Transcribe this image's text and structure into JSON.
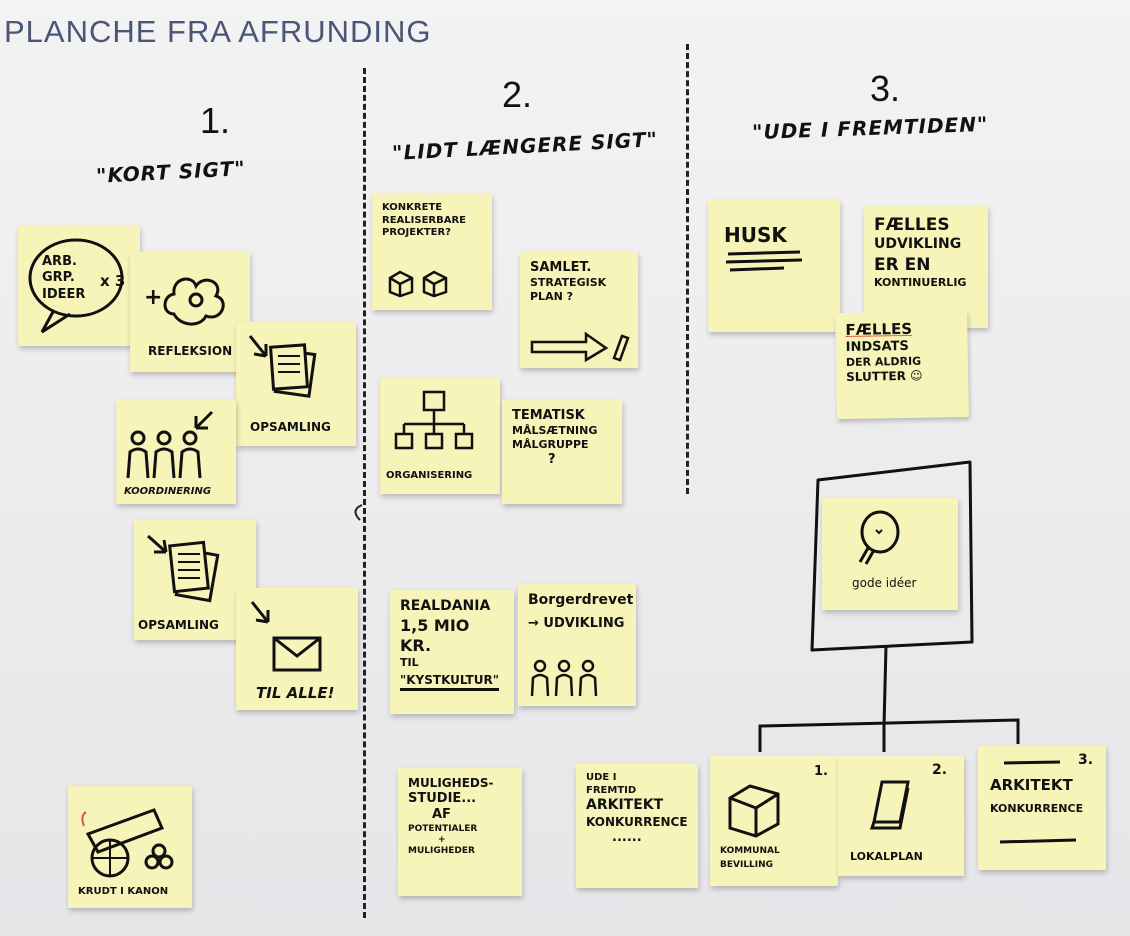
{
  "title": "PLANCHE FRA AFRUNDING",
  "columns": [
    {
      "number": "1.",
      "heading": "\"KORT SIGT\""
    },
    {
      "number": "2.",
      "heading": "\"LIDT LÆNGERE SIGT\""
    },
    {
      "number": "3.",
      "heading": "\"UDE I FREMTIDEN\""
    }
  ],
  "col1": {
    "bubble_text": "ARB. GRP. IDEER",
    "bubble_count": "x 3",
    "refleksion": "REFLEKSION",
    "opsamling_a": "OPSAMLING",
    "koordinering": "KOORDINERING",
    "opsamling_b": "OPSAMLING",
    "mail": "TIL ALLE!",
    "krudt": "KRUDT I KANON"
  },
  "col2": {
    "konkrete": [
      "KONKRETE",
      "REALISERBARE",
      "PROJEKTER?"
    ],
    "samlet": [
      "SAMLET.",
      "STRATEGISK",
      "PLAN ?"
    ],
    "organisering": "ORGANISERING",
    "tematisk": [
      "TEMATISK",
      "MÅLSÆTNING",
      "MÅLGRUPPE",
      "?"
    ],
    "realdania": [
      "REALDANIA",
      "1,5 MIO KR.",
      "TIL",
      "\"KYSTKULTUR\""
    ],
    "borgerdrevet": [
      "Borgerdrevet",
      "→ UDVIKLING"
    ],
    "mulighed": [
      "MULIGHEDS-",
      "STUDIE...",
      "AF",
      "POTENTIALER",
      "+",
      "MULIGHEDER"
    ],
    "ude_arkitekt": [
      "UDE I",
      "FREMTID",
      "ARKITEKT",
      "KONKURRENCE",
      "......"
    ]
  },
  "col3": {
    "husk": "HUSK",
    "faelles_udvikling": [
      "FÆLLES",
      "UDVIKLING",
      "ER EN",
      "KONTINUERLIG"
    ],
    "faelles_indsats": [
      "FÆLLES",
      "INDSATS",
      "DER ALDRIG",
      "SLUTTER ☺"
    ],
    "gode_ideer": "gode idéer",
    "kommunal": [
      "KOMMUNAL",
      "BEVILLING"
    ],
    "kommunal_num": "1.",
    "lokalplan": "LOKALPLAN",
    "lokalplan_num": "2.",
    "arkitekt": [
      "ARKITEKT",
      "KONKURRENCE"
    ],
    "arkitekt_num": "3."
  }
}
